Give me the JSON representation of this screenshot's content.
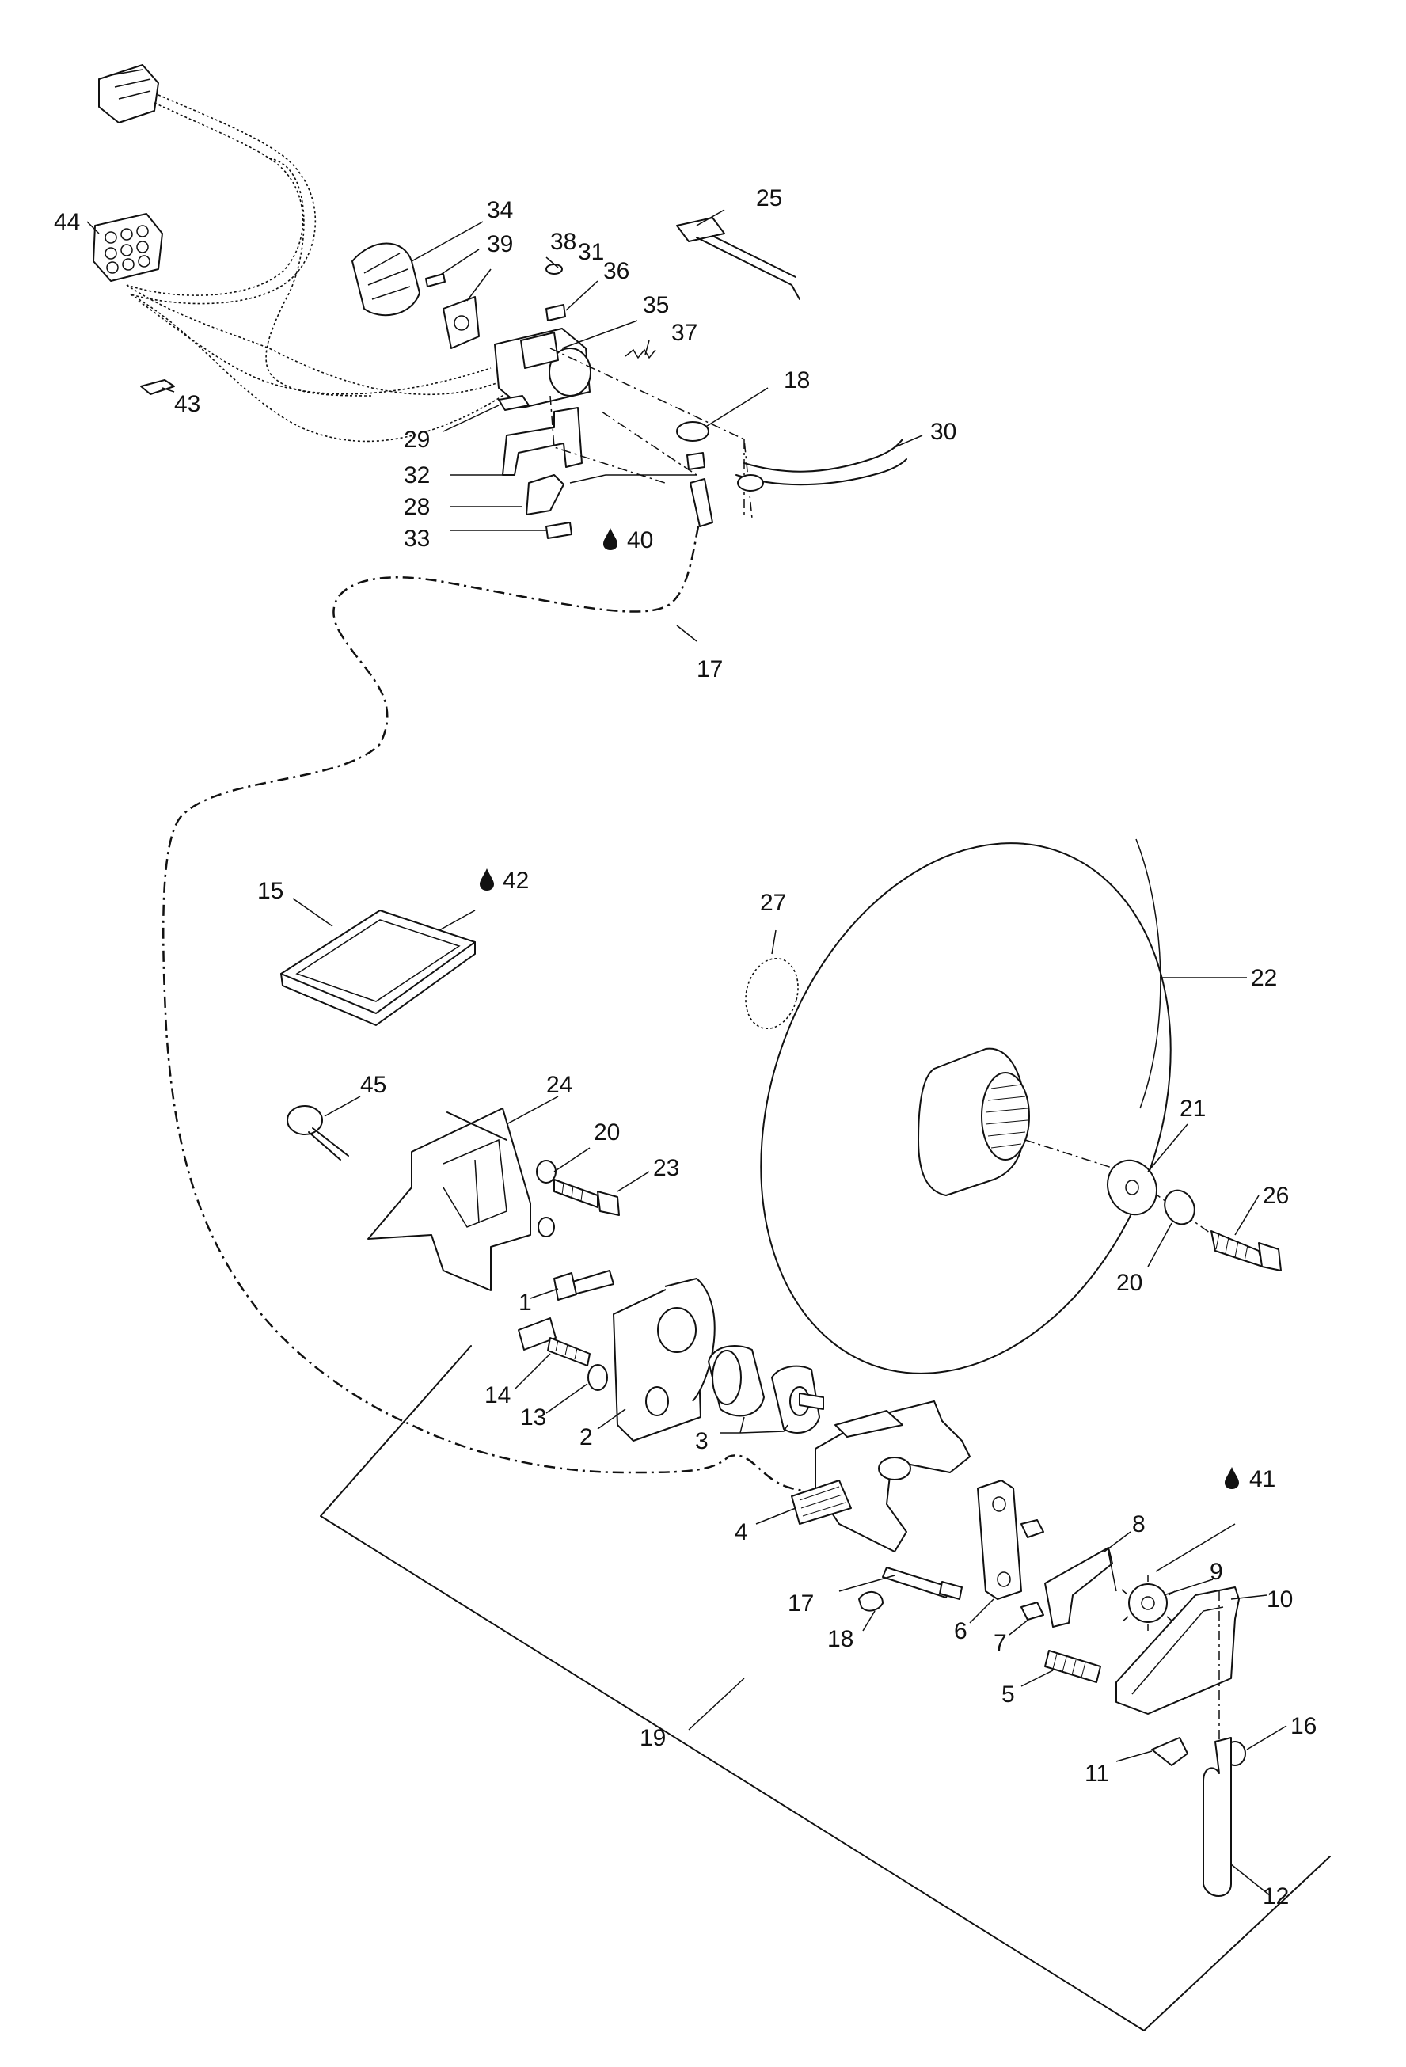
{
  "diagram": {
    "callouts": [
      {
        "id": "44",
        "text": "44"
      },
      {
        "id": "43",
        "text": "43"
      },
      {
        "id": "34",
        "text": "34"
      },
      {
        "id": "39",
        "text": "39"
      },
      {
        "id": "38",
        "text": "38"
      },
      {
        "id": "31",
        "text": "31"
      },
      {
        "id": "36",
        "text": "36"
      },
      {
        "id": "35",
        "text": "35"
      },
      {
        "id": "37",
        "text": "37"
      },
      {
        "id": "25",
        "text": "25"
      },
      {
        "id": "18a",
        "text": "18"
      },
      {
        "id": "30",
        "text": "30"
      },
      {
        "id": "29",
        "text": "29"
      },
      {
        "id": "32",
        "text": "32"
      },
      {
        "id": "28",
        "text": "28"
      },
      {
        "id": "33",
        "text": "33"
      },
      {
        "id": "40",
        "text": "40"
      },
      {
        "id": "17a",
        "text": "17"
      },
      {
        "id": "15",
        "text": "15"
      },
      {
        "id": "42",
        "text": "42"
      },
      {
        "id": "27",
        "text": "27"
      },
      {
        "id": "22",
        "text": "22"
      },
      {
        "id": "45",
        "text": "45"
      },
      {
        "id": "24",
        "text": "24"
      },
      {
        "id": "20a",
        "text": "20"
      },
      {
        "id": "23",
        "text": "23"
      },
      {
        "id": "21",
        "text": "21"
      },
      {
        "id": "26",
        "text": "26"
      },
      {
        "id": "20b",
        "text": "20"
      },
      {
        "id": "1",
        "text": "1"
      },
      {
        "id": "14",
        "text": "14"
      },
      {
        "id": "13",
        "text": "13"
      },
      {
        "id": "2",
        "text": "2"
      },
      {
        "id": "3",
        "text": "3"
      },
      {
        "id": "4",
        "text": "4"
      },
      {
        "id": "41",
        "text": "41"
      },
      {
        "id": "8",
        "text": "8"
      },
      {
        "id": "9",
        "text": "9"
      },
      {
        "id": "10",
        "text": "10"
      },
      {
        "id": "17b",
        "text": "17"
      },
      {
        "id": "18b",
        "text": "18"
      },
      {
        "id": "6",
        "text": "6"
      },
      {
        "id": "7",
        "text": "7"
      },
      {
        "id": "5",
        "text": "5"
      },
      {
        "id": "16",
        "text": "16"
      },
      {
        "id": "11",
        "text": "11"
      },
      {
        "id": "12",
        "text": "12"
      },
      {
        "id": "19",
        "text": "19"
      }
    ]
  }
}
